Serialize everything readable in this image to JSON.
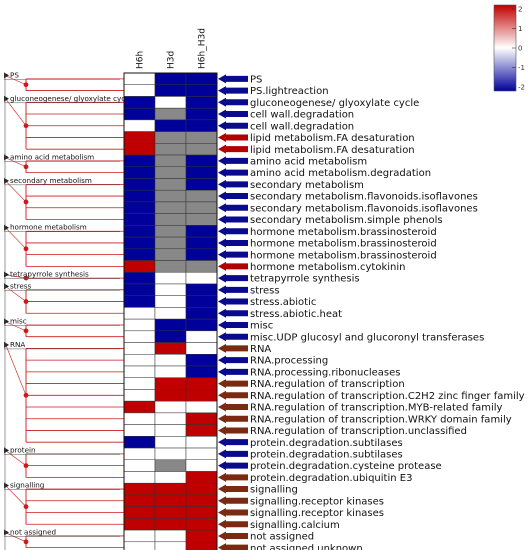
{
  "chart_data": {
    "type": "heatmap",
    "columns": [
      "H6h",
      "H3d",
      "H6h_H3d"
    ],
    "legend": {
      "tick_labels": [
        "2",
        "1",
        "0",
        "-1",
        "-2"
      ],
      "colors": {
        "high": "#c00000",
        "zero": "#ffffff",
        "low": "#00009a",
        "na": "#888888"
      }
    },
    "groups": [
      {
        "label": "PS",
        "start": 0,
        "end": 1
      },
      {
        "label": "gluconeogenese/ glyoxylate cycle",
        "start": 2,
        "end": 6
      },
      {
        "label": "amino acid metabolism",
        "start": 7,
        "end": 8
      },
      {
        "label": "secondary metabolism",
        "start": 9,
        "end": 12
      },
      {
        "label": "hormone metabolism",
        "start": 13,
        "end": 16
      },
      {
        "label": "tetrapyrrole synthesis",
        "start": 17,
        "end": 17
      },
      {
        "label": "stress",
        "start": 18,
        "end": 20
      },
      {
        "label": "misc",
        "start": 21,
        "end": 22
      },
      {
        "label": "RNA",
        "start": 23,
        "end": 31
      },
      {
        "label": "protein",
        "start": 32,
        "end": 34
      },
      {
        "label": "signalling",
        "start": 35,
        "end": 38
      },
      {
        "label": "not assigned",
        "start": 39,
        "end": 40
      }
    ],
    "rows": [
      {
        "label": "PS",
        "values": [
          0,
          -2,
          -2
        ]
      },
      {
        "label": "PS.lightreaction",
        "values": [
          0,
          -2,
          -2
        ]
      },
      {
        "label": "gluconeogenese/ glyoxylate cycle",
        "values": [
          -2,
          0,
          -2
        ]
      },
      {
        "label": "cell wall.degradation",
        "values": [
          -2,
          null,
          -2
        ]
      },
      {
        "label": "cell wall.degradation",
        "values": [
          0,
          -2,
          -2
        ]
      },
      {
        "label": "lipid metabolism.FA desaturation",
        "values": [
          2,
          null,
          null
        ]
      },
      {
        "label": "lipid metabolism.FA desaturation",
        "values": [
          2,
          null,
          null
        ]
      },
      {
        "label": "amino acid metabolism",
        "values": [
          -2,
          null,
          -2
        ]
      },
      {
        "label": "amino acid metabolism.degradation",
        "values": [
          -2,
          null,
          -2
        ]
      },
      {
        "label": "secondary metabolism",
        "values": [
          -2,
          null,
          -2
        ]
      },
      {
        "label": "secondary metabolism.flavonoids.isoflavones",
        "values": [
          -2,
          null,
          null
        ]
      },
      {
        "label": "secondary metabolism.flavonoids.isoflavones",
        "values": [
          -2,
          null,
          null
        ]
      },
      {
        "label": "secondary metabolism.simple phenols",
        "values": [
          -2,
          null,
          null
        ]
      },
      {
        "label": "hormone metabolism.brassinosteroid",
        "values": [
          -2,
          null,
          -2
        ]
      },
      {
        "label": "hormone metabolism.brassinosteroid",
        "values": [
          -2,
          null,
          -2
        ]
      },
      {
        "label": "hormone metabolism.brassinosteroid",
        "values": [
          -2,
          null,
          -2
        ]
      },
      {
        "label": "hormone metabolism.cytokinin",
        "values": [
          2,
          null,
          null
        ]
      },
      {
        "label": "tetrapyrrole synthesis",
        "values": [
          -2,
          0,
          0
        ]
      },
      {
        "label": "stress",
        "values": [
          -2,
          0,
          -2
        ]
      },
      {
        "label": "stress.abiotic",
        "values": [
          -2,
          0,
          -2
        ]
      },
      {
        "label": "stress.abiotic.heat",
        "values": [
          0,
          0,
          -2
        ]
      },
      {
        "label": "misc",
        "values": [
          0,
          -2,
          -2
        ]
      },
      {
        "label": "misc.UDP glucosyl and glucoronyl transferases",
        "values": [
          0,
          -2,
          0
        ]
      },
      {
        "label": "RNA",
        "values": [
          0,
          2,
          0
        ]
      },
      {
        "label": "RNA.processing",
        "values": [
          0,
          0,
          -2
        ]
      },
      {
        "label": "RNA.processing.ribonucleases",
        "values": [
          0,
          0,
          -2
        ]
      },
      {
        "label": "RNA.regulation of transcription",
        "values": [
          0,
          2,
          2
        ]
      },
      {
        "label": "RNA.regulation of transcription.C2H2 zinc finger family",
        "values": [
          0,
          2,
          2
        ]
      },
      {
        "label": "RNA.regulation of transcription.MYB-related family",
        "values": [
          2,
          0,
          0
        ]
      },
      {
        "label": "RNA.regulation of transcription.WRKY domain family",
        "values": [
          0,
          0,
          2
        ]
      },
      {
        "label": "RNA.regulation of transcription.unclassified",
        "values": [
          0,
          0,
          2
        ]
      },
      {
        "label": "protein.degradation.subtilases",
        "values": [
          -2,
          0,
          0
        ]
      },
      {
        "label": "protein.degradation.subtilases",
        "values": [
          0,
          0,
          0
        ]
      },
      {
        "label": "protein.degradation.cysteine protease",
        "values": [
          0,
          null,
          0
        ]
      },
      {
        "label": "protein.degradation.ubiquitin E3",
        "values": [
          0,
          0,
          2
        ]
      },
      {
        "label": "signalling",
        "values": [
          2,
          2,
          2
        ]
      },
      {
        "label": "signalling.receptor kinases",
        "values": [
          2,
          2,
          2
        ]
      },
      {
        "label": "signalling.receptor kinases",
        "values": [
          2,
          2,
          2
        ]
      },
      {
        "label": "signalling.calcium",
        "values": [
          2,
          2,
          2
        ]
      },
      {
        "label": "not assigned",
        "values": [
          0,
          0,
          2
        ]
      },
      {
        "label": "not assigned.unknown",
        "values": [
          0,
          0,
          2
        ]
      }
    ],
    "row_arrow_colors": [
      "blue",
      "blue",
      "blue",
      "blue",
      "blue",
      "red",
      "red",
      "blue",
      "blue",
      "blue",
      "blue",
      "blue",
      "blue",
      "blue",
      "blue",
      "blue",
      "red",
      "blue",
      "blue",
      "blue",
      "blue",
      "blue",
      "blue",
      "brown",
      "blue",
      "blue",
      "brown",
      "brown",
      "brown",
      "brown",
      "brown",
      "blue",
      "blue",
      "blue",
      "brown",
      "brown",
      "brown",
      "brown",
      "brown",
      "brown",
      "brown"
    ]
  }
}
